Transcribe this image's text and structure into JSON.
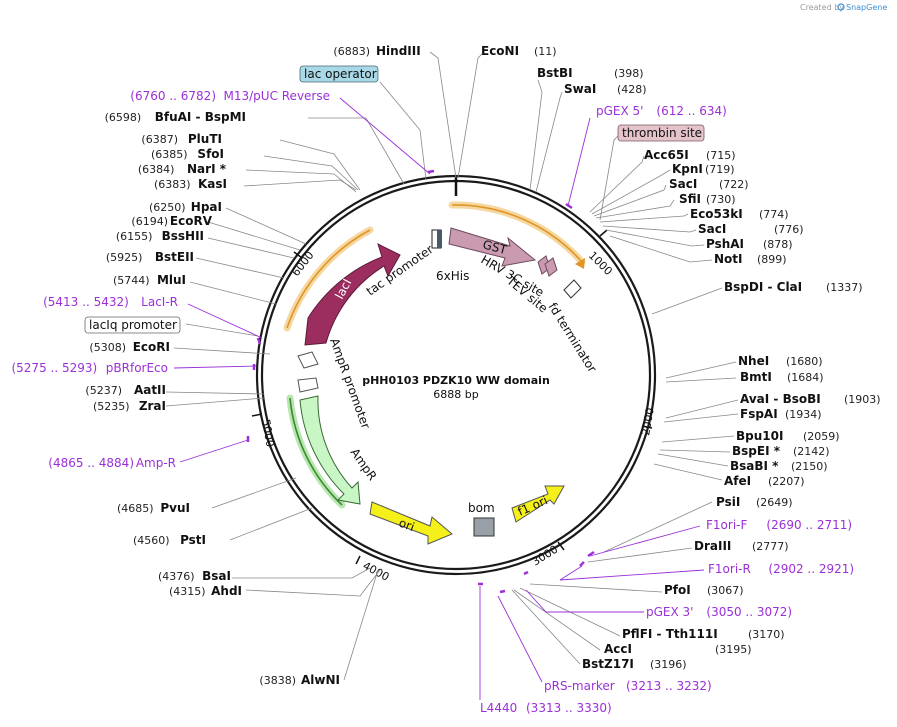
{
  "credit": {
    "prefix": "Created by",
    "brand": "SnapGene"
  },
  "plasmid": {
    "name": "pHH0103 PDZK10 WW domain",
    "size": "6888 bp"
  },
  "ticks": [
    "1000",
    "2000",
    "3000",
    "4000",
    "5000",
    "6000"
  ],
  "top_sites": [
    {
      "num": "(6883)",
      "name": "HindIII"
    },
    {
      "num": "(11)",
      "name": "EcoNI"
    }
  ],
  "right_sites": [
    {
      "name": "BstBI",
      "num": "(398)"
    },
    {
      "name": "SwaI",
      "num": "(428)"
    },
    {
      "name": "Acc65I",
      "num": "(715)"
    },
    {
      "name": "KpnI",
      "num": "(719)"
    },
    {
      "name": "SacI",
      "num": "(722)"
    },
    {
      "name": "SfiI",
      "num": "(730)"
    },
    {
      "name": "Eco53kI",
      "num": "(774)"
    },
    {
      "name": "SacI",
      "num": "(776)"
    },
    {
      "name": "PshAI",
      "num": "(878)"
    },
    {
      "name": "NotI",
      "num": "(899)"
    },
    {
      "name": "BspDI - ClaI",
      "num": "(1337)"
    },
    {
      "name": "NheI",
      "num": "(1680)"
    },
    {
      "name": "BmtI",
      "num": "(1684)"
    },
    {
      "name": "AvaI - BsoBI",
      "num": "(1903)"
    },
    {
      "name": "FspAI",
      "num": "(1934)"
    },
    {
      "name": "Bpu10I",
      "num": "(2059)"
    },
    {
      "name": "BspEI *",
      "num": "(2142)"
    },
    {
      "name": "BsaBI *",
      "num": "(2150)"
    },
    {
      "name": "AfeI",
      "num": "(2207)"
    },
    {
      "name": "PsiI",
      "num": "(2649)"
    },
    {
      "name": "DraIII",
      "num": "(2777)"
    },
    {
      "name": "PfoI",
      "num": "(3067)"
    },
    {
      "name": "PflFI - Tth111I",
      "num": "(3170)"
    },
    {
      "name": "AccI",
      "num": "(3195)"
    },
    {
      "name": "BstZ17I",
      "num": "(3196)"
    }
  ],
  "left_sites": [
    {
      "num": "(6598)",
      "name": "BfuAI - BspMI"
    },
    {
      "num": "(6387)",
      "name": "PluTI"
    },
    {
      "num": "(6385)",
      "name": "SfoI"
    },
    {
      "num": "(6384)",
      "name": "NarI *"
    },
    {
      "num": "(6383)",
      "name": "KasI"
    },
    {
      "num": "(6250)",
      "name": "HpaI"
    },
    {
      "num": "(6194)",
      "name": "EcoRV"
    },
    {
      "num": "(6155)",
      "name": "BssHII"
    },
    {
      "num": "(5925)",
      "name": "BstEII"
    },
    {
      "num": "(5744)",
      "name": "MluI"
    },
    {
      "num": "(5308)",
      "name": "EcoRI"
    },
    {
      "num": "(5237)",
      "name": "AatII"
    },
    {
      "num": "(5235)",
      "name": "ZraI"
    },
    {
      "num": "(4685)",
      "name": "PvuI"
    },
    {
      "num": "(4560)",
      "name": "PstI"
    },
    {
      "num": "(4376)",
      "name": "BsaI"
    },
    {
      "num": "(4315)",
      "name": "AhdI"
    },
    {
      "num": "(3838)",
      "name": "AlwNI"
    }
  ],
  "primers_left": [
    {
      "range": "(6760 .. 6782)",
      "name": "M13/pUC Reverse"
    },
    {
      "range": "(5413 .. 5432)",
      "name": "LacI-R"
    },
    {
      "range": "(5275 .. 5293)",
      "name": "pBRforEco"
    },
    {
      "range": "(4865 .. 4884)",
      "name": "Amp-R"
    }
  ],
  "primers_right": [
    {
      "name": "pGEX 5'",
      "range": "(612 .. 634)"
    },
    {
      "name": "F1ori-F",
      "range": "(2690 .. 2711)"
    },
    {
      "name": "F1ori-R",
      "range": "(2902 .. 2921)"
    },
    {
      "name": "pGEX 3'",
      "range": "(3050 .. 3072)"
    },
    {
      "name": "pRS-marker",
      "range": "(3213 .. 3232)"
    },
    {
      "name": "L4440",
      "range": "(3313 .. 3330)"
    }
  ],
  "boxed_features": [
    {
      "label": "lac operator",
      "fill": "#a9d8e6"
    },
    {
      "label": "thrombin site",
      "fill": "#e4c3cb"
    },
    {
      "label": "lacIq promoter",
      "fill": "#ffffff"
    }
  ],
  "inner_features": {
    "lacI": "lacI",
    "tac": "tac promoter",
    "his": "6xHis",
    "gst": "GST",
    "hrv": "HRV 3C site",
    "tev": "TEV site",
    "fd": "fd terminator",
    "amp_promoter": "AmpR promoter",
    "ampR": "AmpR",
    "ori": "ori",
    "bom": "bom",
    "f1": "f1 ori"
  },
  "colors": {
    "lacI": "#9b2d5f",
    "gst": "#c99ab0",
    "ampR": "#c8f7c5",
    "ori": "#f5f01a",
    "f1": "#f5f01a",
    "bom": "#9aa0a8",
    "primer": "#9b30d9",
    "orf": "#f0a43a",
    "amp_orf": "#58b84a"
  }
}
